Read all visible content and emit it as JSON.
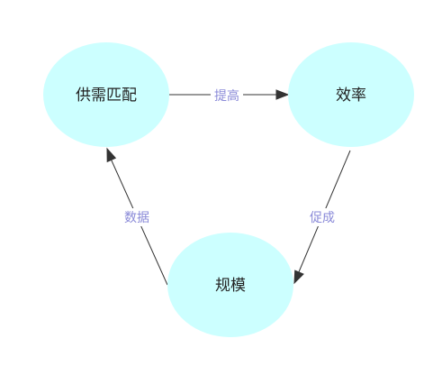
{
  "diagram": {
    "nodes": {
      "supply_demand": "供需匹配",
      "efficiency": "效率",
      "scale": "规模"
    },
    "edges": {
      "improve": "提高",
      "promote": "促成",
      "data": "数据"
    }
  },
  "colors": {
    "node_fill": "#ccffff",
    "edge_stroke": "#333333",
    "edge_label": "#8a8ad8",
    "text": "#222222"
  }
}
